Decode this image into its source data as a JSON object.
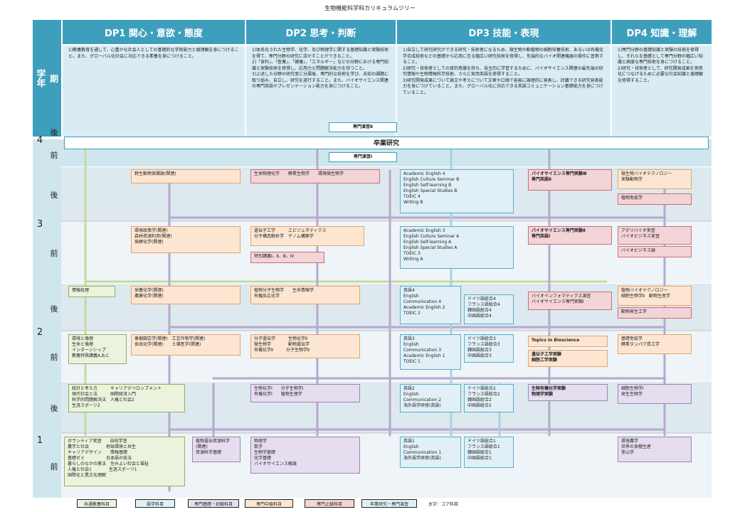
{
  "title": "生物機能科学科カリキュラムツリー",
  "headers": {
    "grade": "学年",
    "term": "期",
    "dp1": "DP1 関心・意欲・態度",
    "dp2": "DP2 思考・判断",
    "dp3": "DP3 技能・表現",
    "dp4": "DP4 知識・理解"
  },
  "dp_desc": {
    "dp1": "1)教養教育を通して、心豊かな社会人としての基礎的な学術能力と倫理観を身につけること。また、グローバル化社会に対応できる素養を身につけること。",
    "dp2": "1)体系化された生物学、化学、及び物理学に関する基礎知識と実験技術を得て、専門分野の研究に活かすことができること。\n2)「食料」、「医薬」、「健康」、「エネルギー」などの分野における専門知識と実験技術を修得し、応用力と問題解決能力を持つこと。\n3)上述した分野の研究室に分属後、専門的な技術を学び、未知の課題に取り組み、自立し、研究を遂行すること。また、バイオサイエンス関連の専門英語やプレゼンテーション能力を身につけること。",
    "dp3": "1)自立して研究研究ができる研究・技術者になるため、微生物や動植物の細胞培養技術、あるいは有機化学合成技術などの基礎から応用に至る幅広い研究技術を修得し、先端的なバイオ関連機器の操作に習熟すること。\n2)研究・技術者としての目的意識を持ち、自主的に学習するために、バイオサイエンス関連の最先端の研究情報や生物情報科学技術、さらに実用英語を修得すること。\n3)研究開発成果について論文や考えについて文章や口頭で容易に論理的に発表し、討議できる研究発表能力を身につけていること。また、グローバル化に対応できる英語コミュニケーション基礎能力を身につけていること。",
    "dp4": "1)専門分野の基礎知識と実験の技術を修得し、それらを基礎として専門分野の幅広い知識と高度な専門技術を身につけること。\n2)研究・技術者として、研究開発成果を実用化につなげるために必要な社会知識と倫理観を修得すること。"
  },
  "years": [
    "4",
    "3",
    "2",
    "1"
  ],
  "terms": {
    "late": "後",
    "early": "前"
  },
  "y4": {
    "seminar2": "専門演習Ⅱ",
    "thesis": "卒業研究",
    "seminar1": "専門演習Ⅰ"
  },
  "y3late": {
    "a": "野生動物保護論(関連)",
    "b": "生体物理化学　　酵素生物学　　環境微生物学",
    "c": "Academic English 4\nEnglish Culture Seminar B\nEnglish Self-learning B\nEnglish Special Studies B\nTOEIC 4\nWriting B",
    "d": "バイオサイエンス専門実験Ⅲ\n専門英語Ⅱ",
    "e": "微生物バイオテクノロジー\n実験動物学",
    "f": "植物免疫学"
  },
  "y3early": {
    "a": "環境政策学(関連)\n森林資源利用(関連)\n発酵化学(関連)",
    "b": "遺伝子工学　　　エピジェネティクス\n分子構造解析学　ゲノム構築学",
    "b2": "特別講義Ⅰ、Ⅱ、Ⅲ、Ⅳ",
    "c": "Academic English 3\nEnglish Culture Seminar A\nEnglish Self-learning A\nEnglish Special Studies A\nTOEIC 3\nWriting A",
    "d": "バイオサイエンス専門実験Ⅱ\n専門英語Ⅰ",
    "e": "アグリバイオ実習\nバイオビジネス実習",
    "f": "バイオビジネス論"
  },
  "y2late": {
    "g": "情報処理",
    "a": "栄養化学(関連)\n農薬化学(関連)",
    "b": "植物分子生物学　　生命情報学\n有機反応化学",
    "c1": "英語4\nEnglish\nCommunication 4\nAcademic English 2\nTOEIC 2",
    "c2": "ドイツ語総合4\nフランス語総合4\n韓国語総合4\n中国語総合4",
    "d": "バイオインフォマティクス演習\nバイオサイエンス専門実験Ⅰ",
    "e": "植物バイオテクノロジー\n細胞生物学Ⅱ　動物生産学",
    "f": "動物発生工学"
  },
  "y2early": {
    "g": "環境と倫理\n生命と倫理\nインターンシップ\n教養特殊講義A,B,C",
    "a": "果樹園芸学(関連)　工芸作物学(関連)\n食品化学(関連)　　土壌医学(関連)",
    "b": "分子遺伝学　　　生物化学Ⅱ\n微生物学　　　　動物遺伝学\n有機化学Ⅱ　　　分子生物学Ⅱ",
    "c1": "英語3\nEnglish\nCommunication 3\nAcademic English 1\nTOEIC 1",
    "c2": "ドイツ語総合3\nフランス語総合3\n韓国語総合3\n中国語総合3",
    "d1": "Topics in Bioscience",
    "d2": "遺伝子工学実験\n細胞工学実験",
    "e": "基礎免疫学\n酵素タンパク質工学"
  },
  "y1late": {
    "g": "統計と考え方　　　キャリアデベロップメント\n現代社会と法　　　国際経済入門\n科学的問題解決法　人権と社会2\n生涯スポーツ2",
    "b": "生物化学Ⅰ　　分子生物学Ⅰ\n有機化学Ⅰ　　植物生理学",
    "c1": "英語2\nEnglish\nCommunication 2\n海外語学研修(英語)",
    "c2": "ドイツ語総合2\nフランス語総合2\n韓国語総合2\n中国語総合2",
    "d": "生物有機化学実験\n物理学実験",
    "e": "細胞生物学Ⅰ\n発生生物学"
  },
  "y1early": {
    "g": "ボランティア実習　　自校学習\n農学と社会　　　　地球環境と共生\nキャリアデザイン　　情報基礎\n基礎ゼミ　　　　　日本語の技法\n暮らしのなかの憲法　住みよい社会と福祉\n人権と社会1　　　　生涯スポーツ1\n国際化と異文化理解",
    "a": "植物遺伝資源科学\n(関連)\n資源科学基礎",
    "b": "物理学\n数学\n生物学基礎\n化学基礎\nバイオサイエンス概論",
    "c1": "英語1\nEnglish\nCommunication 1\n海外語学研修(英語)",
    "c2": "ドイツ語総合1\nフランス語総合1\n韓国語総合1\n中国語総合1",
    "e": "環境農学\n世界の食糧生産\n里山学"
  },
  "legend": {
    "g": "共通教養科目",
    "c": "語学科目",
    "p": "専門基礎・初級科目",
    "o": "専門中級科目",
    "r": "専門上級科目",
    "w": "卒業研究・専門演習",
    "note": "太字：コア科目"
  }
}
